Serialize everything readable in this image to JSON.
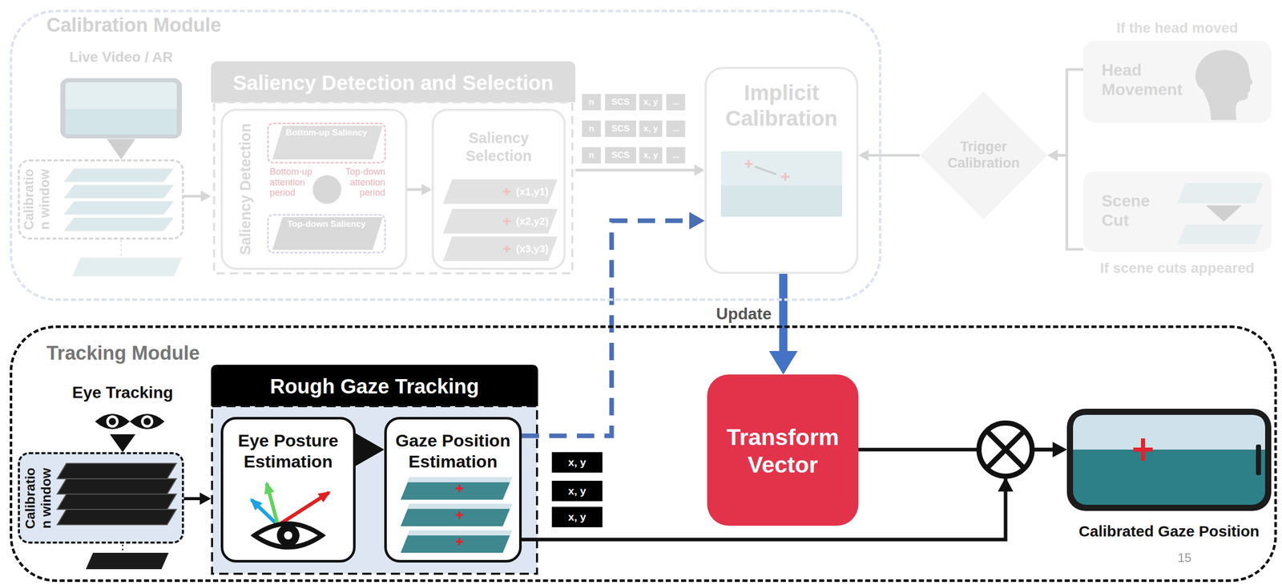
{
  "diagram": {
    "nodes": [
      {
        "text": [
          "Calibration Module"
        ]
      },
      {
        "text": [
          "Live Video / AR"
        ],
        "in": 0
      },
      {
        "text": [
          "Calibratio n window"
        ],
        "in": 0
      },
      {
        "text": [
          "Saliency Detection and Selection"
        ],
        "in": 0
      },
      {
        "text": [
          "Saliency Detection"
        ],
        "in": 3
      },
      {
        "text": [
          "Bottom-up Saliency"
        ],
        "in": 4
      },
      {
        "text": [
          "Top-down Saliency"
        ],
        "in": 4
      },
      {
        "text": [
          "Saliency Selection"
        ],
        "in": 3
      },
      {
        "text": [
          "Implicit Calibration"
        ],
        "in": 0
      },
      {
        "text": [
          "Trigger Calibration"
        ]
      },
      {
        "text": [
          "If the head moved",
          "Head Movement"
        ]
      },
      {
        "text": [
          "Scene Cut",
          "If scene cuts appeared"
        ]
      },
      {
        "text": [
          "Tracking Module"
        ]
      },
      {
        "text": [
          "Eye Tracking"
        ],
        "in": 12
      },
      {
        "text": [
          "Calibratio n window"
        ],
        "in": 12
      },
      {
        "text": [
          "Rough Gaze Tracking"
        ],
        "in": 12
      },
      {
        "text": [
          "Eye Posture Estimation"
        ],
        "in": 15
      },
      {
        "text": [
          "Gaze Position Estimation"
        ],
        "in": 15
      },
      {
        "text": [
          "Transform Vector"
        ],
        "in": 12
      },
      {
        "text": [
          "Calibrated Gaze Position"
        ],
        "in": 12
      }
    ],
    "edges": [
      {
        "from": 1,
        "to": 2,
        "arrow": "to"
      },
      {
        "from": 2,
        "to": 3,
        "arrow": "to"
      },
      {
        "from": 4,
        "to": 7,
        "arrow": "to"
      },
      {
        "from": 3,
        "to": 8,
        "arrow": "to"
      },
      {
        "from": 9,
        "to": 8,
        "arrow": "to"
      },
      {
        "from": 10,
        "to": 9,
        "arrow": "to"
      },
      {
        "from": 11,
        "to": 9,
        "arrow": "to"
      },
      {
        "from": 13,
        "to": 14,
        "arrow": "to"
      },
      {
        "from": 14,
        "to": 15,
        "arrow": "to"
      },
      {
        "from": 16,
        "to": 17,
        "arrow": "to"
      },
      {
        "from": 17,
        "to": 8,
        "arrow": "to"
      },
      {
        "from": 8,
        "to": 18,
        "arrow": "to",
        "label": "Update"
      },
      {
        "from": 18,
        "to": 19,
        "arrow": "to"
      },
      {
        "from": 17,
        "to": 19,
        "arrow": "to"
      }
    ],
    "labels": [
      "Bottom-up attention period",
      "Top-down attention period",
      "(x1,y1)",
      "(x2,y2)",
      "(x3,y3)",
      "n",
      "SCS",
      "x, y",
      "...",
      "n",
      "SCS",
      "x, y",
      "...",
      "n",
      "SCS",
      "x, y",
      "...",
      "x, y",
      "x, y",
      "x, y",
      "15"
    ]
  }
}
